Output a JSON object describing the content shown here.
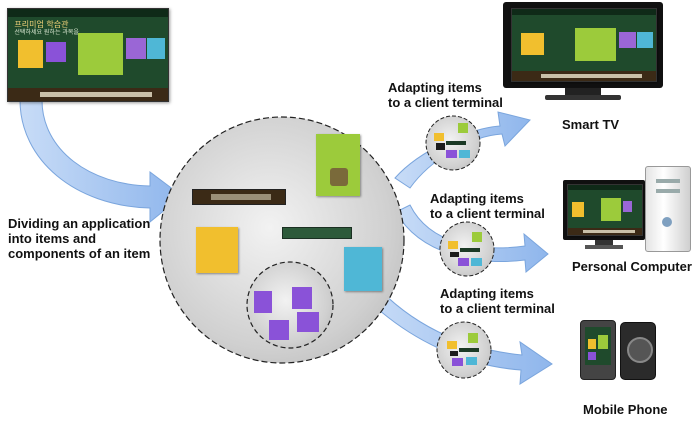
{
  "diagram": {
    "labels": {
      "dividing": [
        "Dividing an application",
        "into items and",
        "components of an item"
      ],
      "adapt_tv": [
        "Adapting items",
        "to a client terminal"
      ],
      "adapt_pc": [
        "Adapting items",
        "to a client terminal"
      ],
      "adapt_mobile": [
        "Adapting items",
        "to a client terminal"
      ]
    },
    "devices": {
      "tv": "Smart TV",
      "pc": "Personal Computer",
      "mobile": "Mobile Phone"
    },
    "app": {
      "title": "프리미엄 학습관",
      "subtitle": "선택하세요 원하는 과목을"
    },
    "colors": {
      "arrow_fill": "#a8c8f2",
      "arrow_stroke": "#6f9fdc",
      "ellipse_fill": "#d4d4d4",
      "chalkboard": "#1f4a2c"
    }
  }
}
